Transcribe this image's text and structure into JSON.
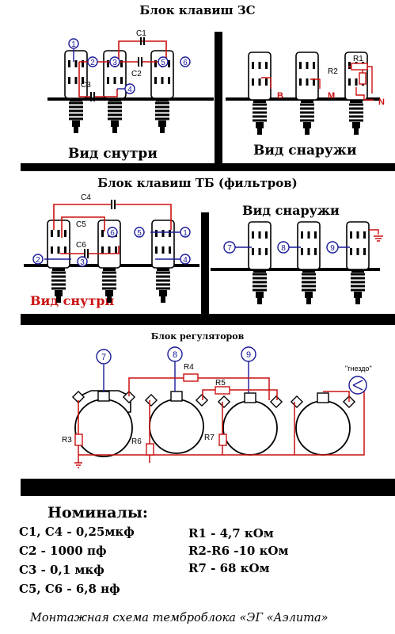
{
  "titles": {
    "block_zs": "Блок клавиш ЗС",
    "block_tb": "Блок клавиш ТБ (фильтров)",
    "block_reg": "Блок регуляторов"
  },
  "captions": {
    "zs_inside": "Вид снутри",
    "zs_outside": "Вид снаружи",
    "tb_outside": "Вид снаружи",
    "tb_inside": "Вид снутри"
  },
  "labels": {
    "c1": "C1",
    "c2": "C2",
    "c3": "C3",
    "r1": "R1",
    "r2": "R2",
    "b": "B",
    "m": "M",
    "n": "N",
    "c4": "C4",
    "c5": "C5",
    "c6": "C6",
    "r3": "R3",
    "r4": "R4",
    "r5": "R5",
    "r6": "R6",
    "r7": "R7",
    "jack": "\"гнездо\""
  },
  "nodes": {
    "n1": "1",
    "n2": "2",
    "n3": "3",
    "n4": "4",
    "n5": "5",
    "n6": "6",
    "n7": "7",
    "n8": "8",
    "n9": "9"
  },
  "nominals": {
    "title": "Номиналы:",
    "left": [
      "C1, C4 - 0,25мкф",
      "C2 - 1000 пф",
      "C3 - 0,1 мкф",
      "C5, C6 - 6,8 нф"
    ],
    "right": [
      "R1 - 4,7 кОм",
      "R2-R6 -10 кОм",
      "R7 - 68 кОм"
    ]
  },
  "footer": "Монтажная схема темброблока «ЭГ «Аэлита»",
  "colors": {
    "wire": "#cc1111",
    "node": "#1a1a99",
    "ink": "#000000"
  }
}
